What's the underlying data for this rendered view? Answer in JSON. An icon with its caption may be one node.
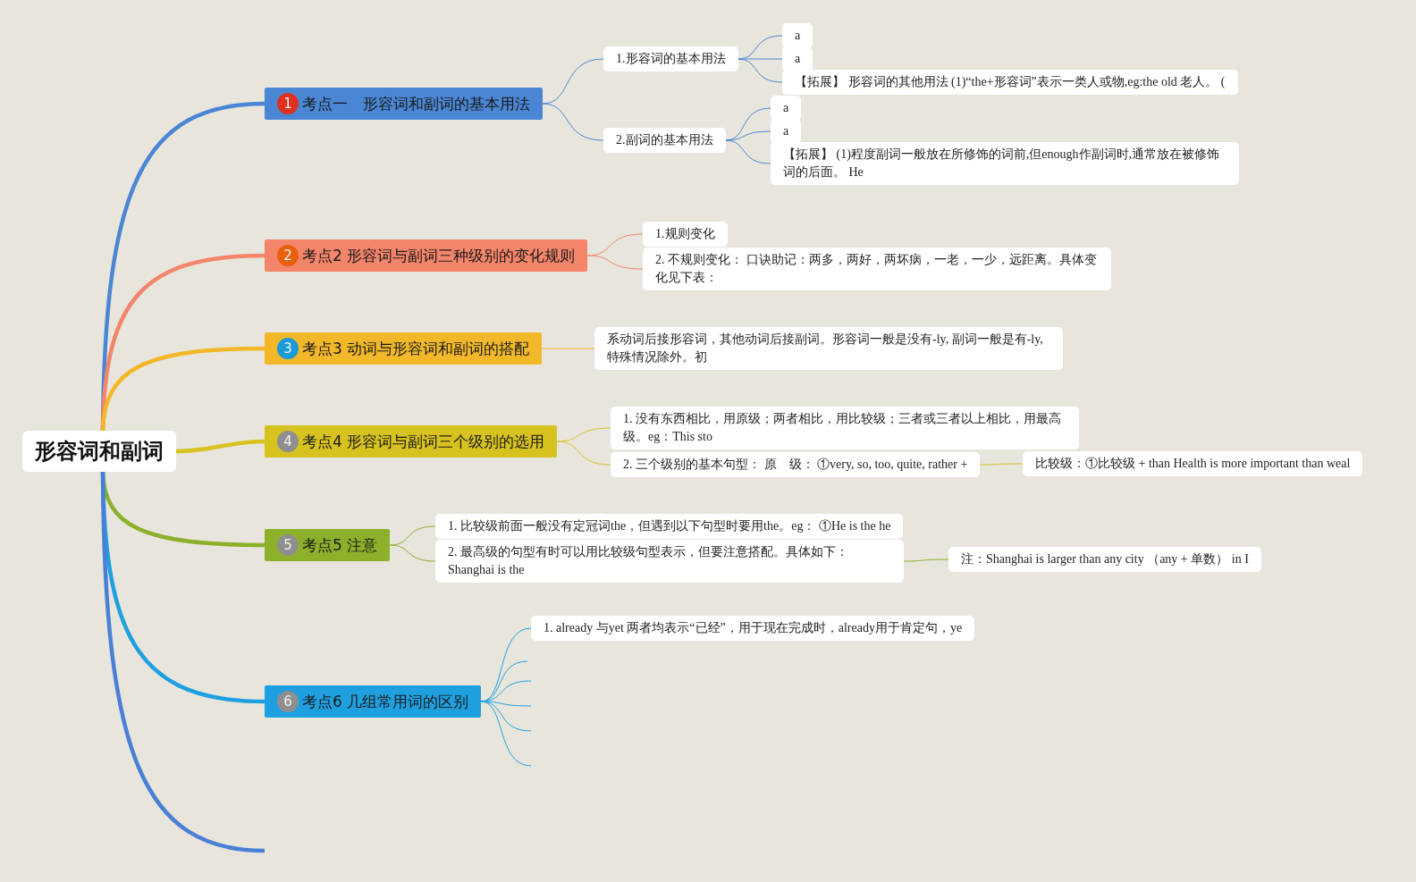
{
  "diagram": {
    "nodes": [
      {
        "text": [
          "形容词和副词"
        ]
      },
      {
        "text": [
          "1",
          "考点一　形容词和副词的基本用法"
        ]
      },
      {
        "text": [
          "1.形容词的基本用法"
        ]
      },
      {
        "text": [
          "a"
        ]
      },
      {
        "text": [
          "a"
        ]
      },
      {
        "text": [
          "【拓展】 形容词的其他用法 (1)“the+形容词”表示一类人或物,eg:the old 老人。 ("
        ]
      },
      {
        "text": [
          "2.副词的基本用法"
        ]
      },
      {
        "text": [
          "a"
        ]
      },
      {
        "text": [
          "a"
        ]
      },
      {
        "text": [
          "【拓展】 (1)程度副词一般放在所修饰的词前,但enough作副词时,通常放在被修饰词的后面。 He"
        ]
      },
      {
        "text": [
          "2",
          "考点2 形容词与副词三种级别的变化规则"
        ]
      },
      {
        "text": [
          "1.规则变化"
        ]
      },
      {
        "text": [
          "2. 不规则变化： 口诀助记：两多，两好，两坏病，一老，一少，远距离。具体变化见下表："
        ]
      },
      {
        "text": [
          "3",
          "考点3 动词与形容词和副词的搭配"
        ]
      },
      {
        "text": [
          "系动词后接形容词，其他动词后接副词。形容词一般是没有-ly, 副词一般是有-ly, 特殊情况除外。初"
        ]
      },
      {
        "text": [
          "4",
          "考点4 形容词与副词三个级别的选用"
        ]
      },
      {
        "text": [
          "1. 没有东西相比，用原级；两者相比，用比较级；三者或三者以上相比，用最高级。eg：This sto"
        ]
      },
      {
        "text": [
          "2. 三个级别的基本句型： 原　级： ①very, so, too, quite, rather +"
        ]
      },
      {
        "text": [
          "比较级：①比较级 + than Health is more important than weal"
        ]
      },
      {
        "text": [
          "5",
          "考点5 注意"
        ]
      },
      {
        "text": [
          "1. 比较级前面一般没有定冠词the，但遇到以下句型时要用the。eg： ①He is the he"
        ]
      },
      {
        "text": [
          "2. 最高级的句型有时可以用比较级句型表示，但要注意搭配。具体如下： Shanghai is the"
        ]
      },
      {
        "text": [
          "注：Shanghai is larger than any city （any + 单数） in I"
        ]
      },
      {
        "text": [
          "6",
          "考点6 几组常用词的区别"
        ]
      },
      {
        "text": [
          "1. already 与yet 两者均表示“已经”，用于现在完成时，already用于肯定句，ye"
        ]
      }
    ],
    "edges": [
      {
        "from": 0,
        "to": 1,
        "arrow": "none",
        "style": "thick",
        "color": "#4a86d4"
      },
      {
        "from": 1,
        "to": 2,
        "arrow": "none",
        "color": "#4a86d4"
      },
      {
        "from": 2,
        "to": 3,
        "arrow": "none",
        "color": "#4a86d4"
      },
      {
        "from": 2,
        "to": 4,
        "arrow": "none",
        "color": "#4a86d4"
      },
      {
        "from": 2,
        "to": 5,
        "arrow": "none",
        "color": "#4a86d4"
      },
      {
        "from": 1,
        "to": 6,
        "arrow": "none",
        "color": "#4a86d4"
      },
      {
        "from": 6,
        "to": 7,
        "arrow": "none",
        "color": "#4a86d4"
      },
      {
        "from": 6,
        "to": 8,
        "arrow": "none",
        "color": "#4a86d4"
      },
      {
        "from": 6,
        "to": 9,
        "arrow": "none",
        "color": "#4a86d4"
      },
      {
        "from": 0,
        "to": 10,
        "arrow": "none",
        "style": "thick",
        "color": "#f3856a"
      },
      {
        "from": 10,
        "to": 11,
        "arrow": "none",
        "color": "#f3856a"
      },
      {
        "from": 10,
        "to": 12,
        "arrow": "none",
        "color": "#f3856a"
      },
      {
        "from": 0,
        "to": 13,
        "arrow": "none",
        "style": "thick",
        "color": "#f2b82a"
      },
      {
        "from": 13,
        "to": 14,
        "arrow": "none",
        "color": "#f2b82a"
      },
      {
        "from": 0,
        "to": 15,
        "arrow": "none",
        "style": "thick",
        "color": "#d7c21f"
      },
      {
        "from": 15,
        "to": 16,
        "arrow": "none",
        "color": "#d7c21f"
      },
      {
        "from": 15,
        "to": 17,
        "arrow": "none",
        "color": "#d7c21f"
      },
      {
        "from": 17,
        "to": 18,
        "arrow": "none",
        "color": "#d7c21f"
      },
      {
        "from": 0,
        "to": 19,
        "arrow": "none",
        "style": "thick",
        "color": "#8db02a"
      },
      {
        "from": 19,
        "to": 20,
        "arrow": "none",
        "color": "#8db02a"
      },
      {
        "from": 19,
        "to": 21,
        "arrow": "none",
        "color": "#8db02a"
      },
      {
        "from": 21,
        "to": 22,
        "arrow": "none",
        "color": "#8db02a"
      },
      {
        "from": 0,
        "to": 23,
        "arrow": "none",
        "style": "thick",
        "color": "#1ea0e0"
      },
      {
        "from": 23,
        "to": 24,
        "arrow": "none",
        "color": "#1ea0e0"
      },
      {
        "from": 23,
        "to": null,
        "arrow": "none",
        "color": "#1ea0e0"
      },
      {
        "from": 23,
        "to": null,
        "arrow": "none",
        "color": "#1ea0e0"
      },
      {
        "from": 23,
        "to": null,
        "arrow": "none",
        "color": "#1ea0e0"
      },
      {
        "from": 23,
        "to": null,
        "arrow": "none",
        "color": "#1ea0e0"
      },
      {
        "from": 23,
        "to": null,
        "arrow": "none",
        "color": "#1ea0e0"
      },
      {
        "from": 0,
        "to": null,
        "arrow": "none",
        "style": "thick",
        "color": "#4a7fd6"
      }
    ]
  }
}
